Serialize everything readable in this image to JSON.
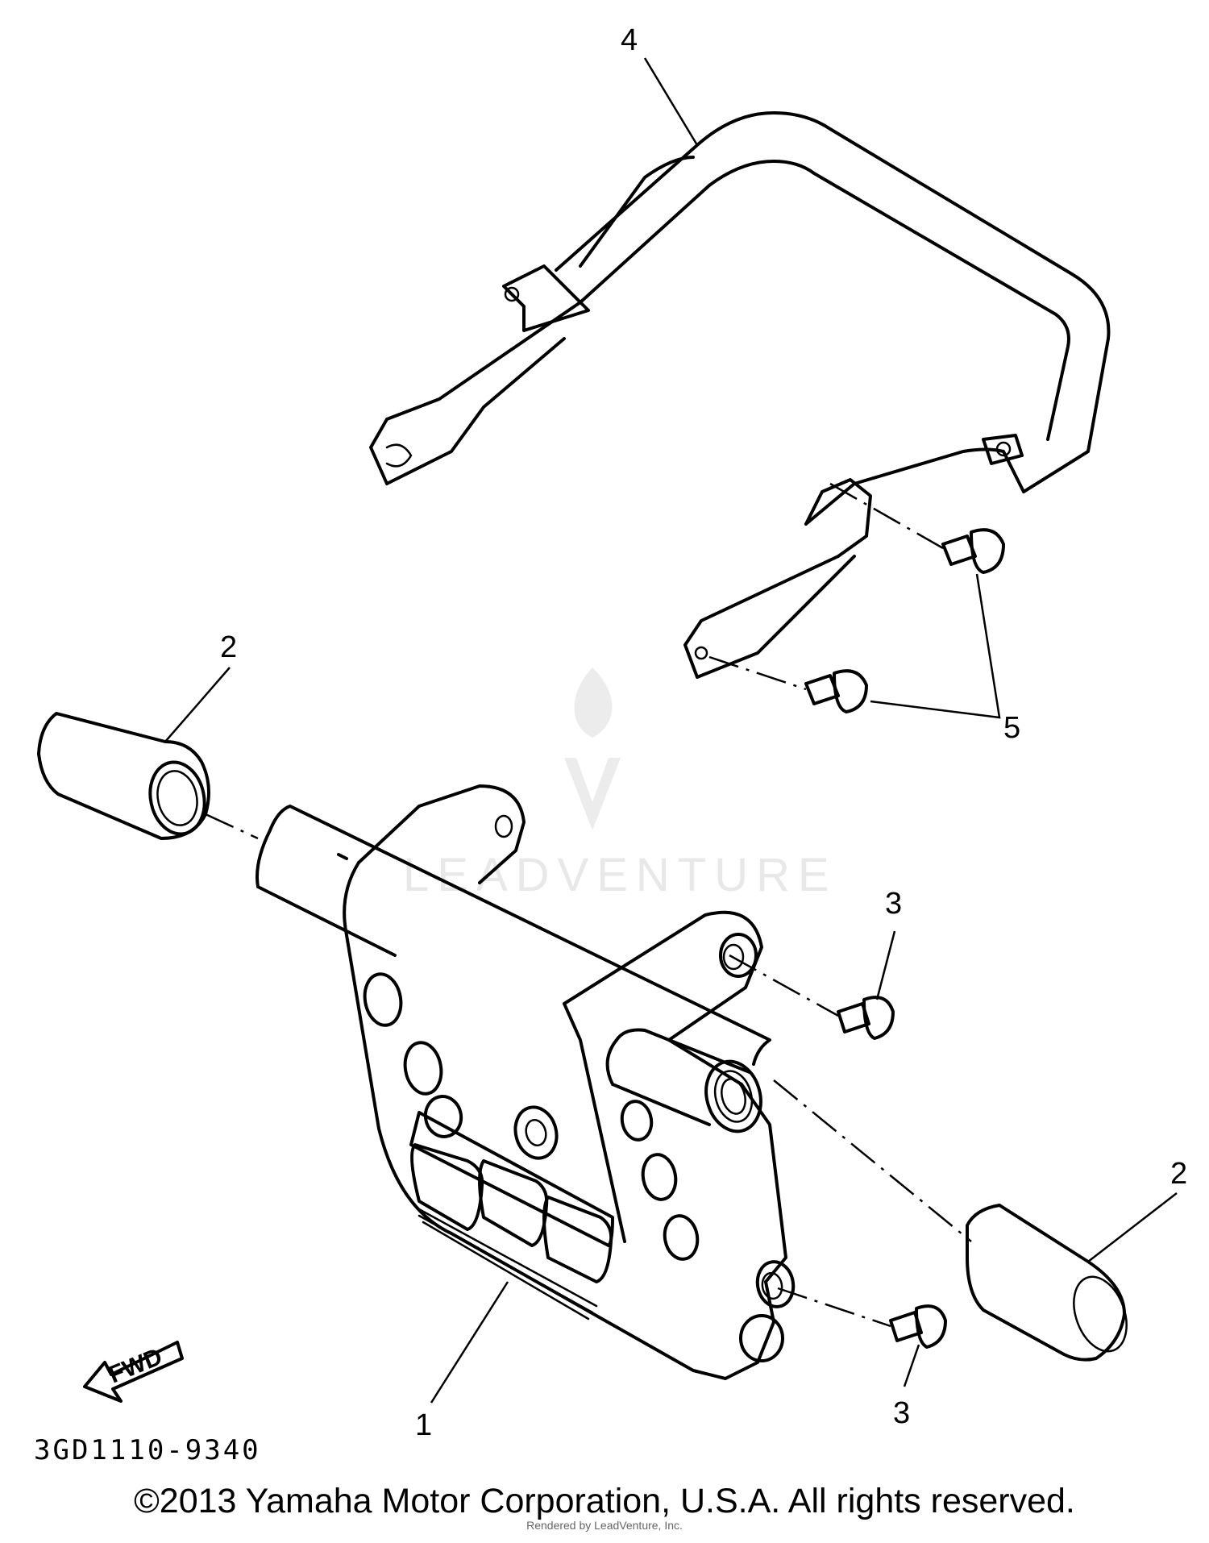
{
  "diagram": {
    "part_number": "3GD1110-9340",
    "fwd_label": "FWD",
    "watermark_text": "LEADVENTURE",
    "callouts": {
      "c1": "1",
      "c2a": "2",
      "c2b": "2",
      "c3a": "3",
      "c3b": "3",
      "c4": "4",
      "c5": "5"
    }
  },
  "footer": {
    "copyright": "©2013 Yamaha Motor Corporation, U.S.A. All rights reserved.",
    "rendered_by": "Rendered by LeadVenture, Inc."
  }
}
